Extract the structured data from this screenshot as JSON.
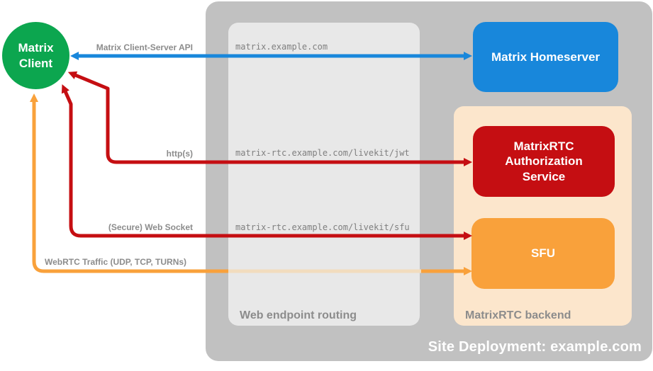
{
  "site": {
    "label": "Site Deployment: example.com"
  },
  "nodes": {
    "client": {
      "label": "Matrix Client",
      "color": "#0ca64f"
    },
    "homeserver": {
      "label": "Matrix Homeserver",
      "color": "#1887db"
    },
    "auth_service": {
      "label": "MatrixRTC Authorization Service",
      "color": "#c50e12"
    },
    "sfu": {
      "label": "SFU",
      "color": "#f9a13b"
    }
  },
  "panels": {
    "web_routing": {
      "label": "Web endpoint routing",
      "color": "#e8e8e8"
    },
    "rtc_backend": {
      "label": "MatrixRTC backend",
      "color": "#fce6cc"
    }
  },
  "routes": [
    {
      "host": "matrix.example.com"
    },
    {
      "host": "matrix-rtc.example.com/livekit/jwt"
    },
    {
      "host": "matrix-rtc.example.com/livekit/sfu"
    }
  ],
  "connections": [
    {
      "label": "Matrix Client-Server API",
      "color": "#1887db"
    },
    {
      "label": "http(s)",
      "color": "#c50e12"
    },
    {
      "label": "(Secure) Web Socket",
      "color": "#c50e12"
    },
    {
      "label": "WebRTC Traffic (UDP, TCP, TURNs)",
      "color": "#f9a13b"
    }
  ]
}
